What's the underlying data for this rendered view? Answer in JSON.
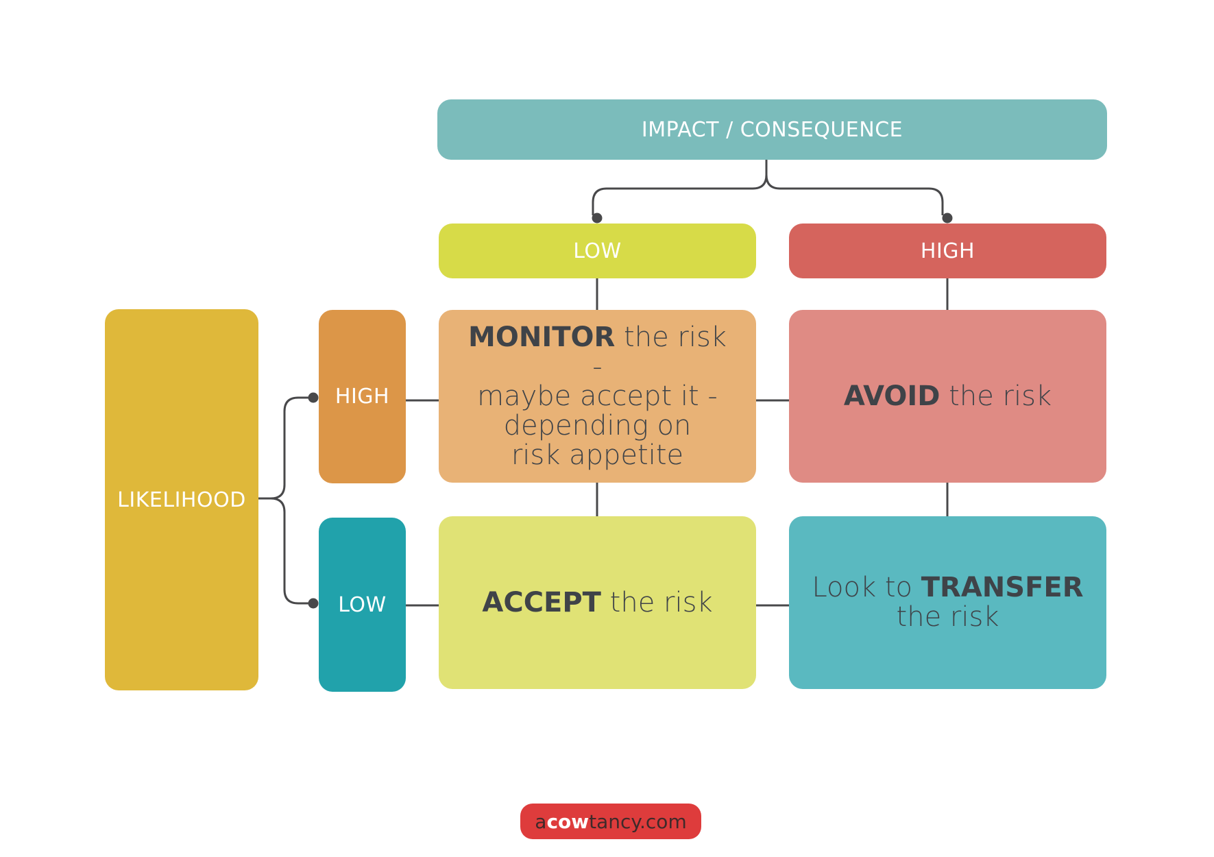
{
  "impact": {
    "label": "IMPACT / CONSEQUENCE"
  },
  "impact_low": {
    "label": "LOW"
  },
  "impact_high": {
    "label": "HIGH"
  },
  "likelihood": {
    "label": "LIKELIHOOD"
  },
  "likelihood_high": {
    "label": "HIGH"
  },
  "likelihood_low": {
    "label": "LOW"
  },
  "cells": {
    "monitor": {
      "strong": "MONITOR",
      "rest1": " the risk -",
      "line2": "maybe accept it -",
      "line3": "depending on",
      "line4": "risk appetite"
    },
    "avoid": {
      "strong": "AVOID",
      "rest": " the risk"
    },
    "accept": {
      "strong": "ACCEPT",
      "rest": " the risk"
    },
    "transfer": {
      "pre": "Look to ",
      "strong": "TRANSFER",
      "line2": "the risk"
    }
  },
  "logo": {
    "a": "a",
    "cow": "cow",
    "rest": "tancy.com"
  },
  "colors": {
    "impact": "#7bbcbb",
    "impact_low": "#d7db48",
    "impact_high": "#d5645d",
    "likelihood": "#dfb83a",
    "likelihood_high": "#dc9648",
    "likelihood_low": "#21a2ab",
    "monitor": "#e8b276",
    "avoid": "#df8b84",
    "accept": "#e0e275",
    "transfer": "#5ab9c0",
    "connector": "#48484a",
    "logo": "#de3c3c"
  }
}
